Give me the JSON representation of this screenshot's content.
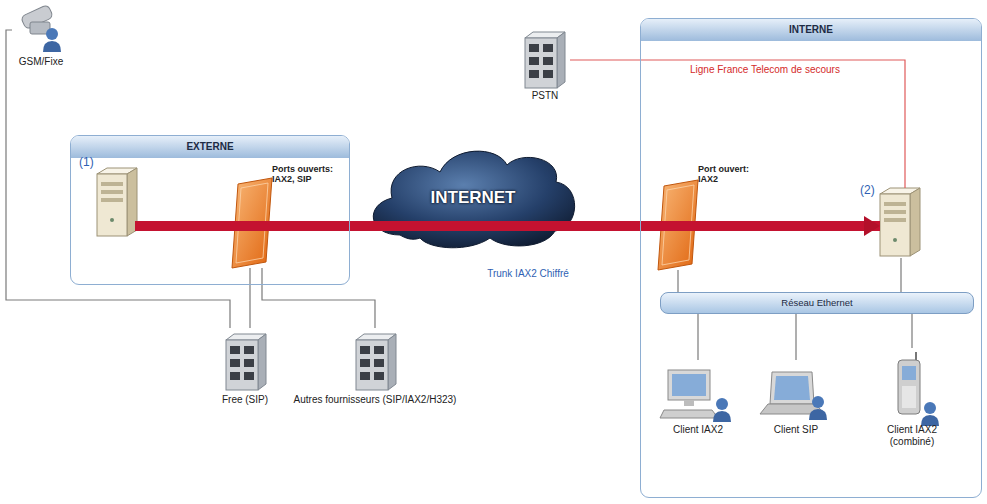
{
  "diagram": {
    "nodes": [
      {
        "text": [
          "GSM/Fixe"
        ]
      },
      {
        "text": [
          "EXTERNE"
        ]
      },
      {
        "text": [
          "(1)"
        ],
        "in": 1
      },
      {
        "text": [
          "Ports ouverts: IAX2, SIP"
        ],
        "in": 1
      },
      {
        "text": [
          "INTERNET"
        ]
      },
      {
        "text": [
          "PSTN"
        ]
      },
      {
        "text": [
          "INTERNE"
        ]
      },
      {
        "text": [
          "Port ouvert: IAX2"
        ],
        "in": 6
      },
      {
        "text": [
          "(2)"
        ],
        "in": 6
      },
      {
        "text": [
          "Réseau Ethernet"
        ],
        "in": 6
      },
      {
        "text": [
          "Client IAX2"
        ],
        "in": 6
      },
      {
        "text": [
          "Client SIP"
        ],
        "in": 6
      },
      {
        "text": [
          "Client IAX2 (combiné)"
        ],
        "in": 6
      },
      {
        "text": [
          "Free (SIP)"
        ]
      },
      {
        "text": [
          "Autres fournisseurs (SIP/IAX2/H323)"
        ]
      }
    ],
    "edges": [
      {
        "from": 2,
        "to": 8,
        "arrow": "to",
        "label": "Trunk IAX2 Chiffré"
      },
      {
        "from": 5,
        "to": 8,
        "arrow": "none",
        "label": "Ligne France Telecom de secours"
      },
      {
        "from": 0,
        "to": 13,
        "arrow": "none"
      },
      {
        "from": 13,
        "to": 3,
        "arrow": "none"
      },
      {
        "from": 14,
        "to": 3,
        "arrow": "none"
      },
      {
        "from": 7,
        "to": 9,
        "arrow": "none"
      },
      {
        "from": 8,
        "to": 9,
        "arrow": "none"
      },
      {
        "from": 9,
        "to": 10,
        "arrow": "none"
      },
      {
        "from": 9,
        "to": 11,
        "arrow": "none"
      },
      {
        "from": 9,
        "to": 12,
        "arrow": "none"
      }
    ]
  }
}
